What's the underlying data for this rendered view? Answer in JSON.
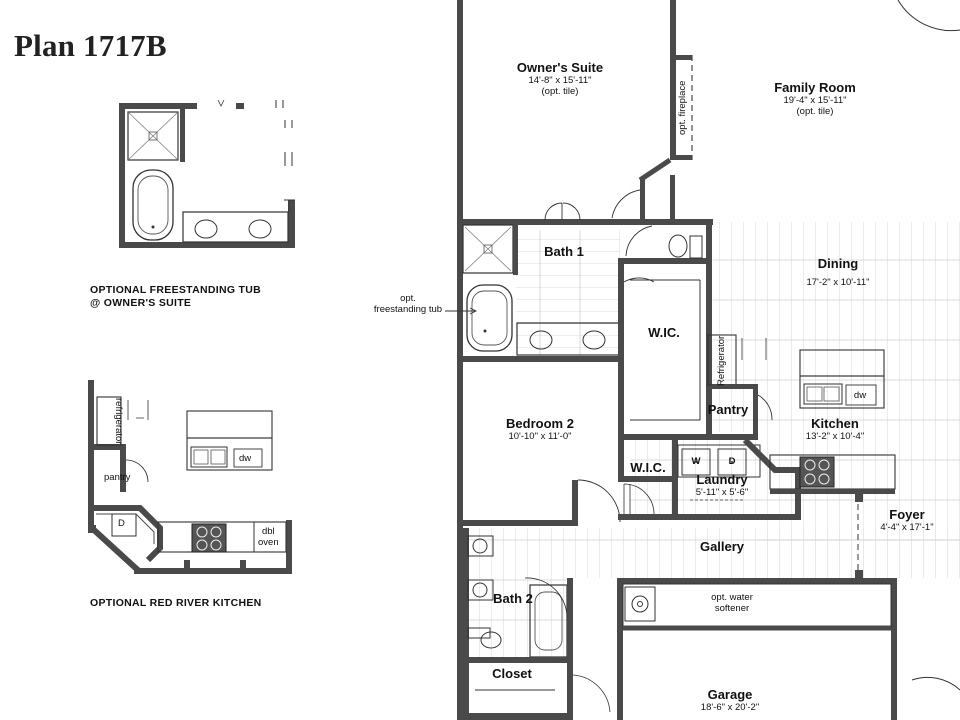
{
  "plan_title": "Plan 1717B",
  "inset_tub": {
    "caption_line1": "OPTIONAL FREESTANDING TUB",
    "caption_line2": "@ OWNER'S SUITE"
  },
  "inset_kitchen": {
    "caption": "OPTIONAL RED RIVER KITCHEN",
    "refrigerator": "refrigerator",
    "pantry": "pantry",
    "dw": "dw",
    "dryer": "D",
    "oven_line1": "dbl",
    "oven_line2": "oven"
  },
  "rooms": {
    "owners_suite": {
      "name": "Owner's Suite",
      "dim": "14'-8\" x 15'-11\"",
      "note": "(opt. tile)"
    },
    "family_room": {
      "name": "Family Room",
      "dim": "19'-4\" x 15'-11\"",
      "note": "(opt. tile)"
    },
    "bath1": {
      "name": "Bath 1"
    },
    "dining": {
      "name": "Dining",
      "dim": "17'-2\" x 10'-11\""
    },
    "wic1": {
      "name": "W.IC."
    },
    "bedroom2": {
      "name": "Bedroom 2",
      "dim": "10'-10\" x 11'-0\""
    },
    "pantry": {
      "name": "Pantry"
    },
    "kitchen": {
      "name": "Kitchen",
      "dim": "13'-2\" x 10'-4\""
    },
    "wic2": {
      "name": "W.I.C."
    },
    "laundry": {
      "name": "Laundry",
      "dim": "5'-11\" x 5'-6\""
    },
    "foyer": {
      "name": "Foyer",
      "dim": "4'-4\" x 17'-1\""
    },
    "gallery": {
      "name": "Gallery"
    },
    "bath2": {
      "name": "Bath 2"
    },
    "closet": {
      "name": "Closet"
    },
    "garage": {
      "name": "Garage",
      "dim": "18'-6\" x 20'-2\""
    }
  },
  "labels": {
    "opt_tub_line1": "opt.",
    "opt_tub_line2": "freestanding tub",
    "opt_fireplace": "opt. fireplace",
    "refrigerator": "Refrigerator",
    "dw": "dw",
    "washer": "W",
    "dryer": "D",
    "water_softener_line1": "opt. water",
    "water_softener_line2": "softener"
  },
  "colors": {
    "wall": "#4a4a4a",
    "tile_line": "#c8c8c8",
    "ink": "#111111"
  }
}
